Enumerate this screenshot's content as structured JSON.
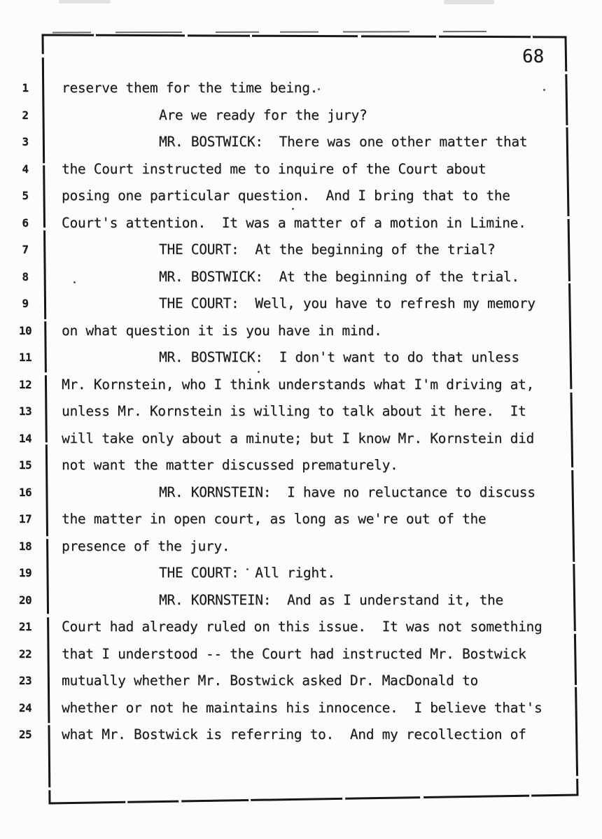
{
  "document": {
    "page_number": "68",
    "ink_color": "#1b1b1b",
    "paper_color": "#fcfcfa",
    "transcript_lines": [
      {
        "number": "1",
        "indent": false,
        "text": "reserve them for the time being."
      },
      {
        "number": "2",
        "indent": true,
        "text": "Are we ready for the jury?"
      },
      {
        "number": "3",
        "indent": true,
        "text": "MR. BOSTWICK:  There was one other matter that"
      },
      {
        "number": "4",
        "indent": false,
        "text": "the Court instructed me to inquire of the Court about"
      },
      {
        "number": "5",
        "indent": false,
        "text": "posing one particular question.  And I bring that to the"
      },
      {
        "number": "6",
        "indent": false,
        "text": "Court's attention.  It was a matter of a motion in Limine."
      },
      {
        "number": "7",
        "indent": true,
        "text": "THE COURT:  At the beginning of the trial?"
      },
      {
        "number": "8",
        "indent": true,
        "text": "MR. BOSTWICK:  At the beginning of the trial."
      },
      {
        "number": "9",
        "indent": true,
        "text": "THE COURT:  Well, you have to refresh my memory"
      },
      {
        "number": "10",
        "indent": false,
        "text": "on what question it is you have in mind."
      },
      {
        "number": "11",
        "indent": true,
        "text": "MR. BOSTWICK:  I don't want to do that unless"
      },
      {
        "number": "12",
        "indent": false,
        "text": "Mr. Kornstein, who I think understands what I'm driving at,"
      },
      {
        "number": "13",
        "indent": false,
        "text": "unless Mr. Kornstein is willing to talk about it here.  It"
      },
      {
        "number": "14",
        "indent": false,
        "text": "will take only about a minute; but I know Mr. Kornstein did"
      },
      {
        "number": "15",
        "indent": false,
        "text": "not want the matter discussed prematurely."
      },
      {
        "number": "16",
        "indent": true,
        "text": "MR. KORNSTEIN:  I have no reluctance to discuss"
      },
      {
        "number": "17",
        "indent": false,
        "text": "the matter in open court, as long as we're out of the"
      },
      {
        "number": "18",
        "indent": false,
        "text": "presence of the jury."
      },
      {
        "number": "19",
        "indent": true,
        "text": "THE COURT:  All right."
      },
      {
        "number": "20",
        "indent": true,
        "text": "MR. KORNSTEIN:  And as I understand it, the"
      },
      {
        "number": "21",
        "indent": false,
        "text": "Court had already ruled on this issue.  It was not something"
      },
      {
        "number": "22",
        "indent": false,
        "text": "that I understood -- the Court had instructed Mr. Bostwick"
      },
      {
        "number": "23",
        "indent": false,
        "text": "mutually whether Mr. Bostwick asked Dr. MacDonald to"
      },
      {
        "number": "24",
        "indent": false,
        "text": "whether or not he maintains his innocence.  I believe that's"
      },
      {
        "number": "25",
        "indent": false,
        "text": "what Mr. Bostwick is referring to.  And my recollection of"
      }
    ]
  }
}
